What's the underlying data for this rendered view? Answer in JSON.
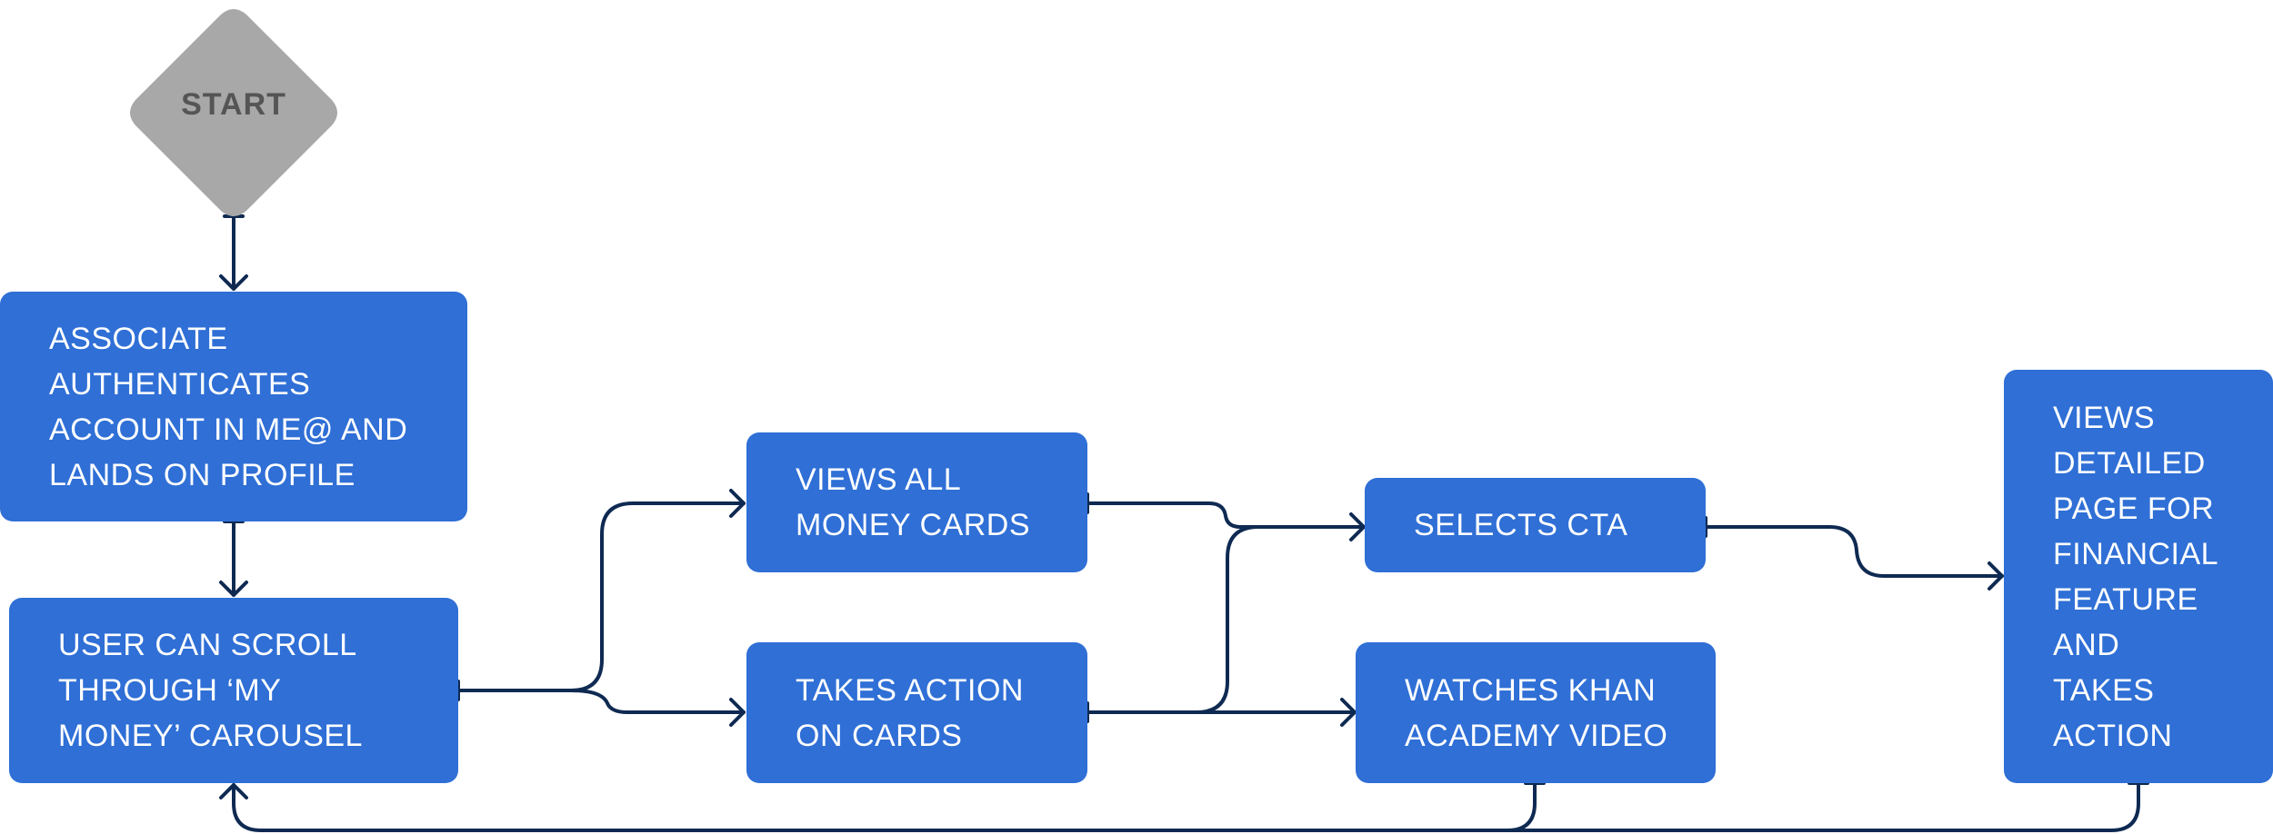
{
  "colors": {
    "node_fill": "#2f6fd6",
    "node_text": "#ffffff",
    "start_fill": "#a8a8a8",
    "start_text": "#555555",
    "connector": "#0f2a52"
  },
  "start": {
    "label": "START"
  },
  "nodes": {
    "authenticate": "ASSOCIATE\nAUTHENTICATES\nACCOUNT IN ME@ AND\nLANDS ON PROFILE",
    "scroll_carousel": "USER CAN SCROLL\nTHROUGH ‘MY\nMONEY’ CAROUSEL",
    "views_cards": "VIEWS ALL\nMONEY CARDS",
    "takes_action": "TAKES ACTION\nON CARDS",
    "selects_cta": "SELECTS CTA",
    "watches_video": "WATCHES KHAN\nACADEMY VIDEO",
    "detailed_page": "VIEWS\nDETAILED\nPAGE FOR\nFINANCIAL\nFEATURE\nAND\nTAKES\nACTION"
  },
  "connections": [
    {
      "from": "start",
      "to": "authenticate"
    },
    {
      "from": "authenticate",
      "to": "scroll_carousel"
    },
    {
      "from": "scroll_carousel",
      "to": "views_cards"
    },
    {
      "from": "scroll_carousel",
      "to": "takes_action"
    },
    {
      "from": "views_cards",
      "to": "selects_cta"
    },
    {
      "from": "takes_action",
      "to": "selects_cta"
    },
    {
      "from": "takes_action",
      "to": "watches_video"
    },
    {
      "from": "selects_cta",
      "to": "detailed_page"
    },
    {
      "from": "watches_video",
      "to": "scroll_carousel"
    },
    {
      "from": "detailed_page",
      "to": "scroll_carousel"
    }
  ]
}
